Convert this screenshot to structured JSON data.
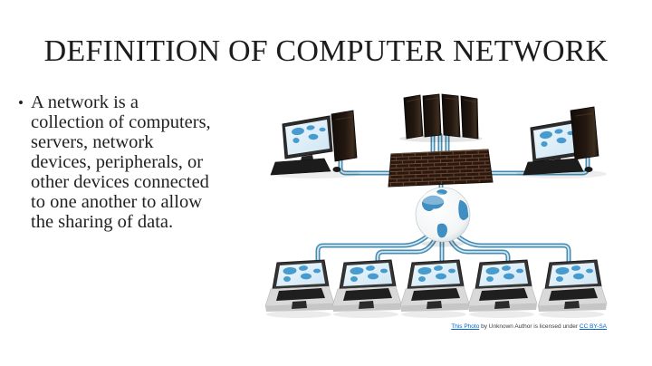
{
  "slide": {
    "title": "DEFINITION OF COMPUTER NETWORK",
    "bullet": {
      "marker": "•",
      "lines": [
        "A network is a",
        "collection of computers,",
        "servers, network",
        "devices, peripherals, or",
        "other devices connected",
        "to one another to allow",
        "the sharing of data."
      ]
    },
    "attribution": {
      "link_this_photo": "This Photo",
      "middle_text": " by Unknown Author is licensed under ",
      "link_license": "CC BY-SA",
      "link_color": "#0563c1"
    },
    "diagram": {
      "components": [
        "server-rack-icon",
        "firewall-brick-wall-icon",
        "globe-icon",
        "desktop-computer-left-icon",
        "desktop-computer-right-icon",
        "laptop-icon-1",
        "laptop-icon-2",
        "laptop-icon-3",
        "laptop-icon-4",
        "laptop-icon-5",
        "network-cables"
      ],
      "colors": {
        "cable_outline": "#4a8cb0",
        "cable_core": "#cfe9f5",
        "device_dark": "#1f1712",
        "map_blue": "#3f97cc",
        "screen_bg": "#e2f0f8",
        "brick": "#2a170e",
        "mortar": "#6b4a35"
      }
    },
    "colors": {
      "background": "#ffffff",
      "text": "#1b1b1b"
    }
  }
}
